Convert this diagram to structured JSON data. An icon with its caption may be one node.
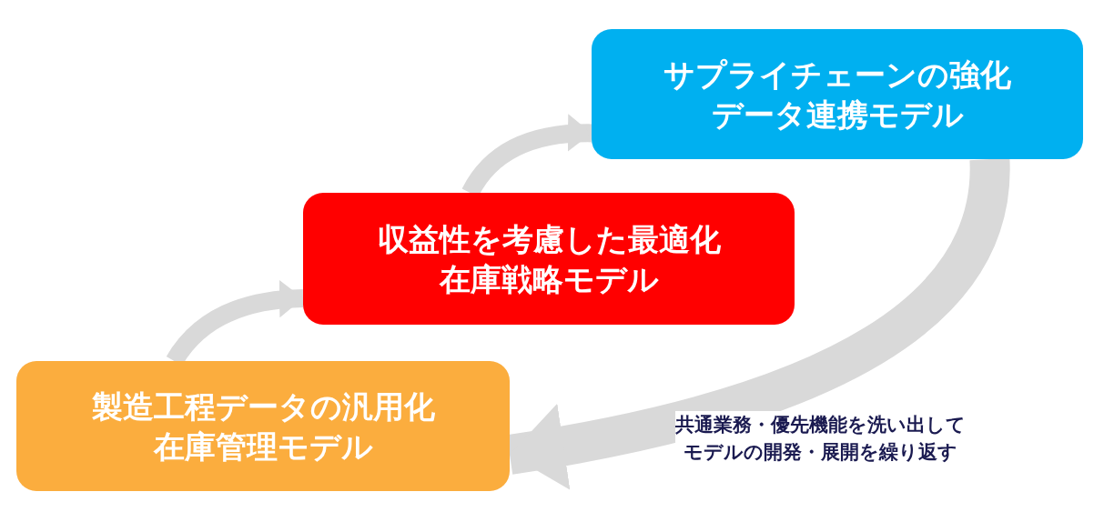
{
  "diagram": {
    "nodes": [
      {
        "text": [
          "製造工程データの汎用化在庫管理モデル"
        ]
      },
      {
        "text": [
          "収益性を考慮した最適化在庫戦略モデル"
        ]
      },
      {
        "text": [
          "サプライチェーンの強化データ連携モデル"
        ]
      }
    ],
    "edges": [
      {
        "from": 0,
        "to": 1,
        "arrow": "to"
      },
      {
        "from": 1,
        "to": 2,
        "arrow": "to"
      },
      {
        "from": 2,
        "to": 0,
        "arrow": "to",
        "style": "thick",
        "label": "共通業務・優先機能を洗い出してモデルの開発・展開を繰り返す"
      }
    ]
  }
}
